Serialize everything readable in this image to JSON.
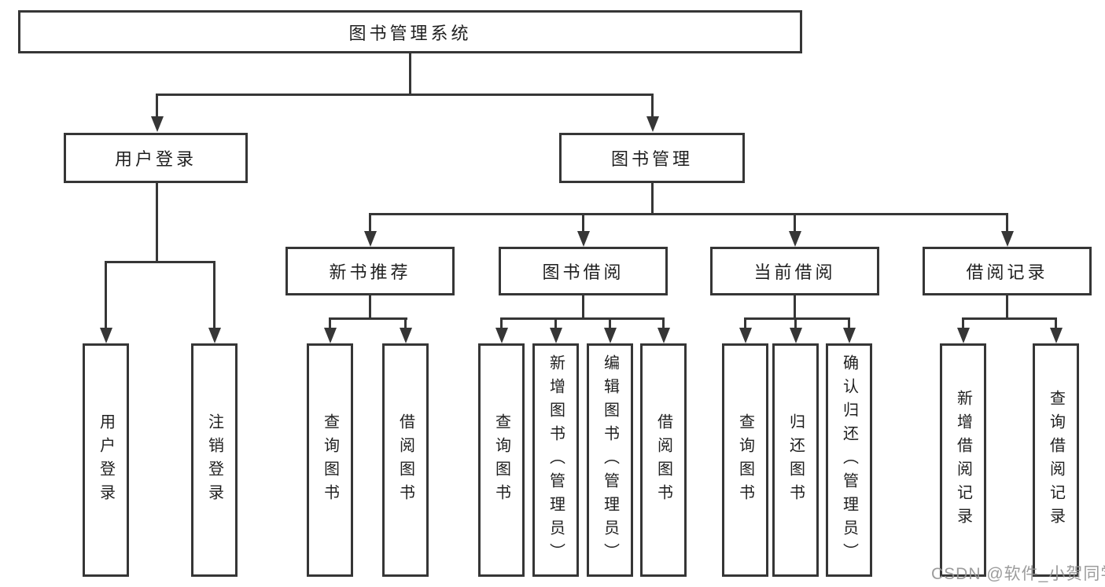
{
  "diagram": {
    "root": "图书管理系统",
    "level2": [
      "用户登录",
      "图书管理"
    ],
    "level3": [
      "新书推荐",
      "图书借阅",
      "当前借阅",
      "借阅记录"
    ],
    "leaves": [
      "用户登录",
      "注销登录",
      "查询图书",
      "借阅图书",
      "查询图书",
      "新增图书（管理员）",
      "编辑图书（管理员）",
      "借阅图书",
      "查询图书",
      "归还图书",
      "确认归还（管理员）",
      "新增借阅记录",
      "查询借阅记录"
    ]
  },
  "watermark": "CSDN @软件_小贺同学",
  "colors": {
    "line": "#363636",
    "text": "#1f1f1f",
    "background": "#ffffff",
    "watermark": "#949494"
  }
}
